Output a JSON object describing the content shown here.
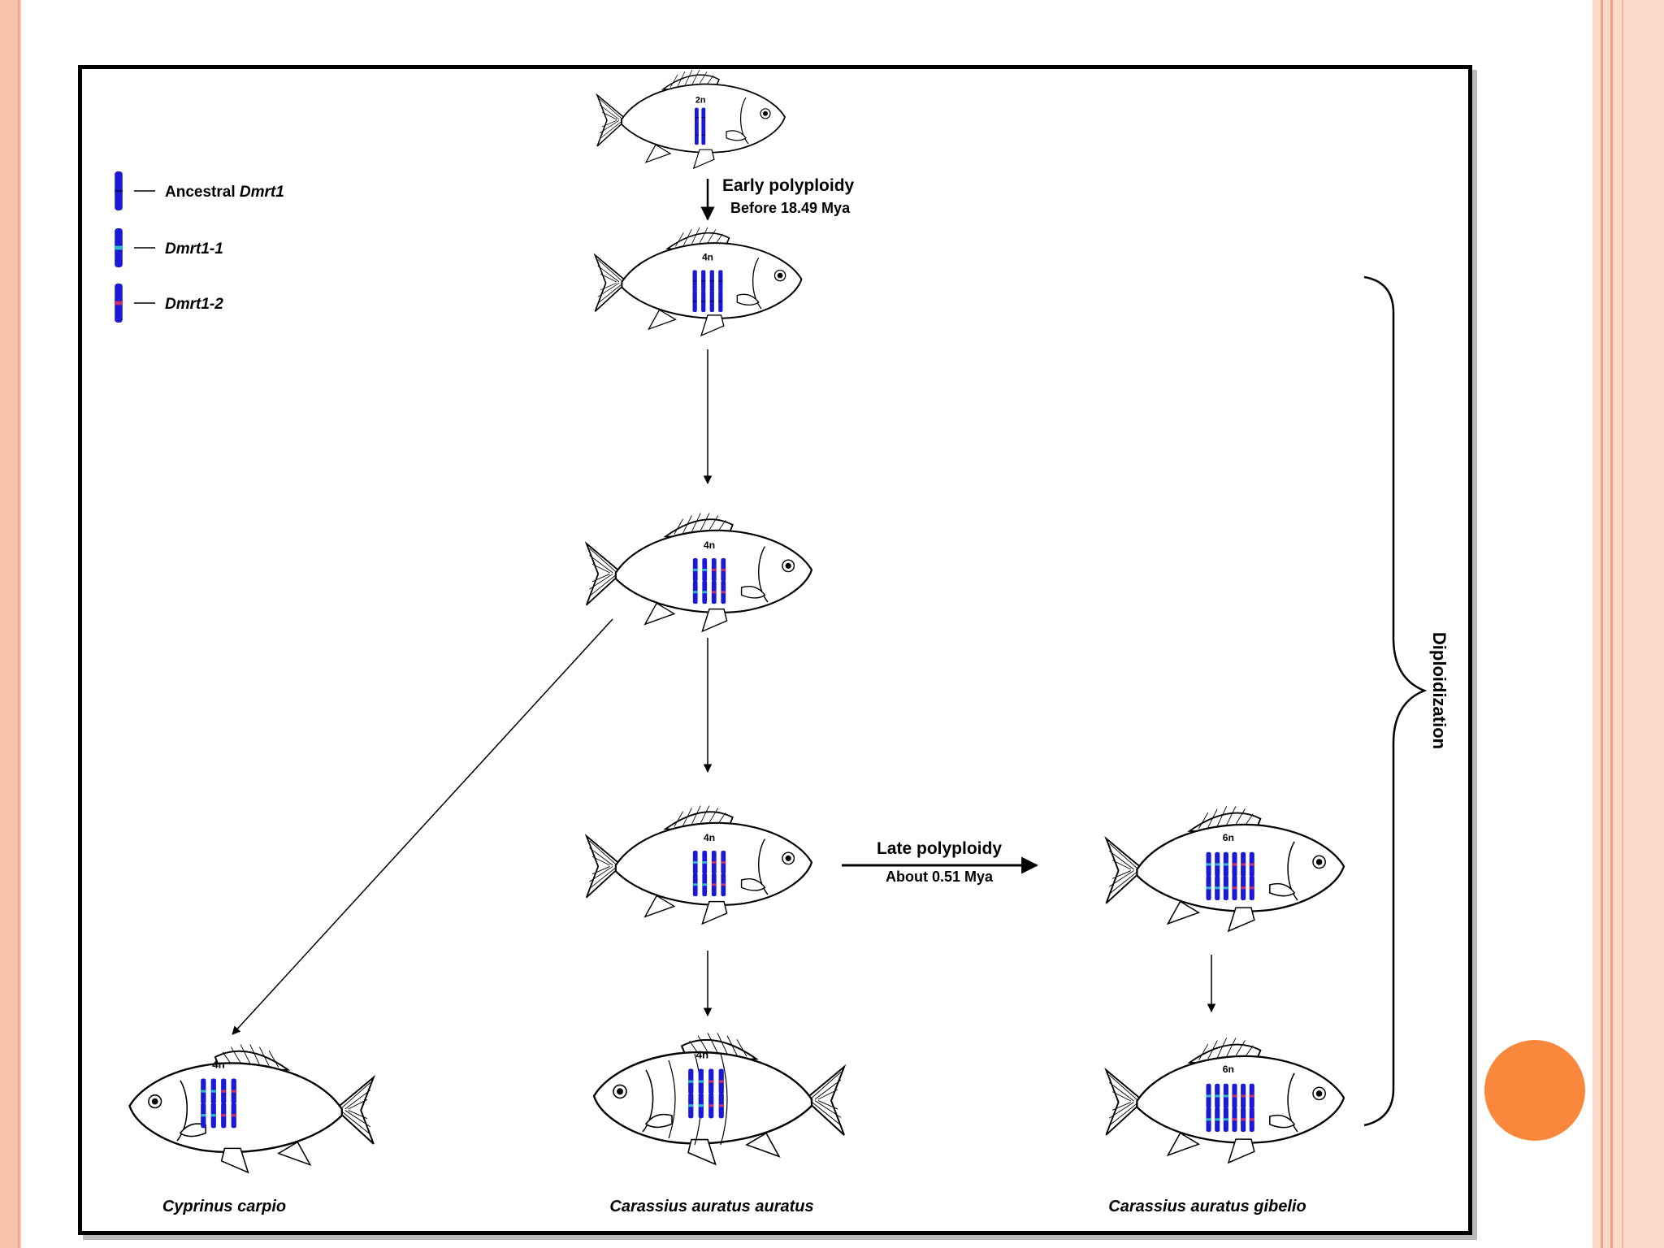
{
  "legend": {
    "ancestral_prefix": "Ancestral",
    "ancestral_gene": "Dmrt1",
    "dmrt1_1": "Dmrt1-1",
    "dmrt1_2": "Dmrt1-2"
  },
  "events": {
    "early_title": "Early polyploidy",
    "early_time": "Before 18.49 Mya",
    "late_title": "Late polyploidy",
    "late_time": "About 0.51 Mya"
  },
  "ploidy": {
    "ancestor": "2n",
    "tetraploid": "4n",
    "hexaploid": "6n"
  },
  "species": {
    "carp": "Cyprinus carpio",
    "goldfish": "Carassius auratus auratus",
    "gibel": "Carassius auratus gibelio"
  },
  "brace_label": "Diploidization",
  "colors": {
    "chromosome_blue": "#1a1ad6",
    "dmrt1_1_band": "#2fb8c9",
    "dmrt1_2_band": "#c8306b",
    "accent_orange": "#f9883d",
    "slide_border": "#f7c3ad"
  }
}
